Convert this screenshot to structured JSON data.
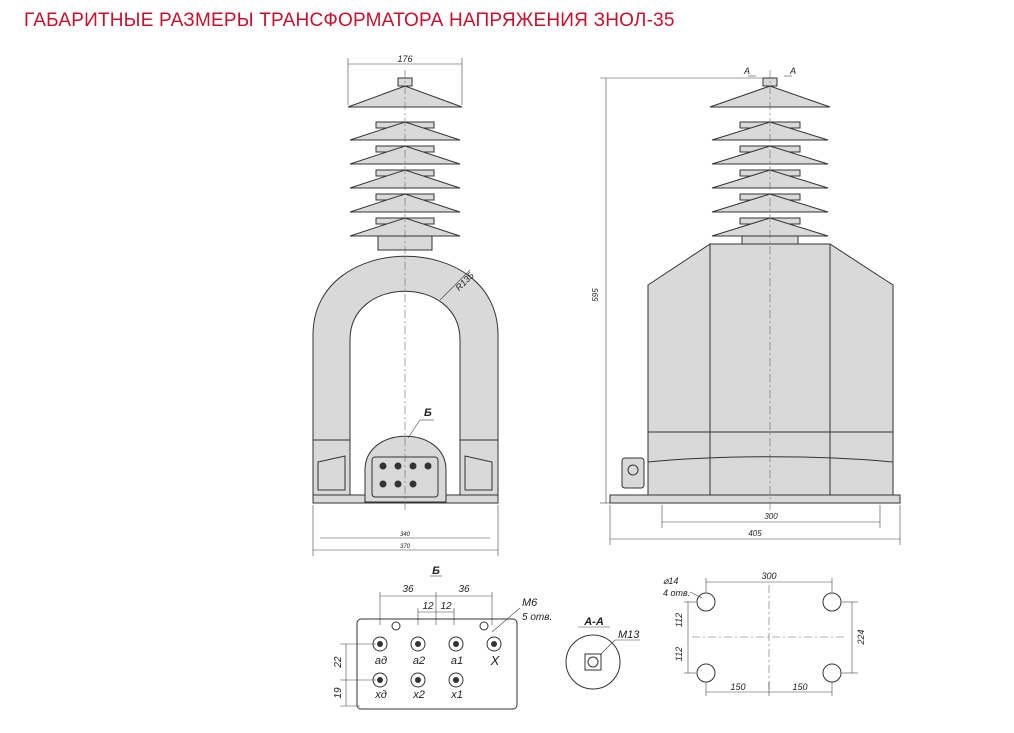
{
  "title": "ГАБАРИТНЫЕ РАЗМЕРЫ ТРАНСФОРМАТОРА НАПРЯЖЕНИЯ ЗНОЛ-35",
  "front_view": {
    "dim_top": "176",
    "dim_radius": "R135",
    "callout": "Б",
    "dim_bottom_inner": "340",
    "dim_bottom_outer": "370"
  },
  "side_view": {
    "section_mark": "А",
    "dim_height": "595",
    "dim_base_inner": "300",
    "dim_base_outer": "405"
  },
  "detail_b": {
    "label": "Б",
    "dim_36_left": "36",
    "dim_36_right": "36",
    "dim_12_left": "12",
    "dim_12_right": "12",
    "dim_22": "22",
    "dim_19": "19",
    "thread": "M6",
    "thread_count": "5 отв.",
    "terminals_top": [
      "aд",
      "a2",
      "a1",
      "X"
    ],
    "terminals_bottom": [
      "xд",
      "x2",
      "x1"
    ]
  },
  "section_aa": {
    "label": "А-А",
    "thread": "M13"
  },
  "base_holes": {
    "hole_dia": "⌀14",
    "hole_count": "4 отв.",
    "dim_300": "300",
    "dim_112_top": "112",
    "dim_112_bottom": "112",
    "dim_224": "224",
    "dim_150_left": "150",
    "dim_150_right": "150"
  }
}
